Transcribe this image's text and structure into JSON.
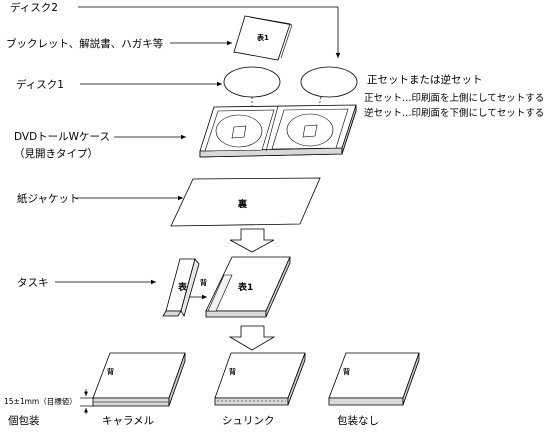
{
  "labels": {
    "disc2": "ディスク2",
    "booklet": "ブックレット、解説書、ハガキ等",
    "disc1": "ディスク1",
    "case_line1": "DVDトールWケース",
    "case_line2": "（見開きタイプ）",
    "jacket": "紙ジャケット",
    "tasuki": "タスキ",
    "individual_packaging": "個包装"
  },
  "notes": {
    "orientation_title": "正セットまたは逆セット",
    "forward_set": "正セット…印刷面を上側にしてセットする",
    "reverse_set": "逆セット…印刷面を下側にしてセットする"
  },
  "marks": {
    "front1": "表1",
    "back": "裏",
    "front": "表",
    "spine": "背"
  },
  "dimension": "15±1mm（目標値）",
  "packaging_options": [
    {
      "spine": "背",
      "caption": "キャラメル"
    },
    {
      "spine": "背",
      "caption": "シュリンク"
    },
    {
      "spine": "背",
      "caption": "包装なし"
    }
  ]
}
